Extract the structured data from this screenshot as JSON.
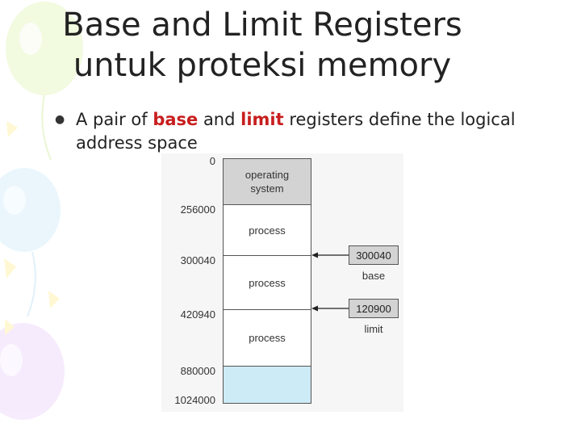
{
  "slide": {
    "title_line1": "Base and Limit Registers",
    "title_line2": "untuk proteksi memory",
    "bullet": {
      "text_1": "A pair of ",
      "kw_base": "base",
      "text_2": " and ",
      "kw_limit": "limit",
      "text_3": " registers define the logical address space"
    }
  },
  "diagram": {
    "addresses": [
      "0",
      "256000",
      "300040",
      "420940",
      "880000",
      "1024000"
    ],
    "segments": [
      {
        "label": "operating system",
        "type": "os"
      },
      {
        "label": "process",
        "type": "process"
      },
      {
        "label": "process",
        "type": "process"
      },
      {
        "label": "process",
        "type": "process"
      },
      {
        "label": "",
        "type": "free"
      }
    ],
    "registers": {
      "base": {
        "value": "300040",
        "label": "base"
      },
      "limit": {
        "value": "120900",
        "label": "limit"
      }
    }
  },
  "colors": {
    "keyword": "#c81e1e",
    "os_segment": "#d3d3d3",
    "free_segment": "#cdeaf7",
    "register": "#d3d3d3"
  }
}
